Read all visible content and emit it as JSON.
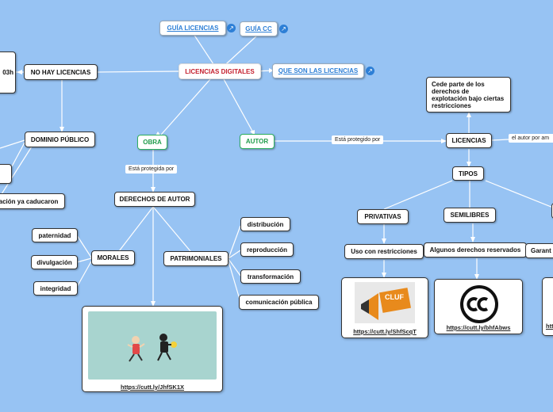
{
  "nodes": {
    "central": "LICENCIAS DIGITALES",
    "guia_licencias": "GUÍA LICENCIAS",
    "guia_cc": "GUÍA CC",
    "que_son": "QUE SON LAS  LICENCIAS",
    "no_hay": "NO HAY LICENCIAS",
    "partial_box": "03h",
    "dominio": "DOMINIO PÚBLICO",
    "caducaron": "ación ya caducaron",
    "obra": "OBRA",
    "autor": "AUTOR",
    "derechos": "DERECHOS DE AUTOR",
    "morales": "MORALES",
    "patrimoniales": "PATRIMONIALES",
    "paternidad": "paternidad",
    "divulgacion": "divulgación",
    "integridad": "integridad",
    "distribucion": "distribución",
    "reproduccion": "reproducción",
    "transformacion": "transformación",
    "comunicacion": "comunicación pública",
    "licencias": "LICENCIAS",
    "cede": "Cede parte de los derechos de explotación bajo ciertas restricciones",
    "tipos": "TIPOS",
    "privativas": "PRIVATIVAS",
    "semilibres": "SEMILIBRES",
    "uso_restricciones": "Uso con restricciones",
    "algunos": "Algunos derechos reservados",
    "garant": "Garant"
  },
  "labels": {
    "obra_protegida": "Está protegida por",
    "autor_protegido": "Está protegido por",
    "autor_por_amb": "el autor por am"
  },
  "cards": {
    "card1_url": "https://cutt.ly/JhfSK1X",
    "card2_url": "https://cutt.ly/ShfScqT",
    "card3_url": "https://cutt.ly/bhfAbws",
    "card4_url": "htt",
    "cluf_text": "CLUF"
  },
  "icons": {
    "external_link": "external-link-icon",
    "cc_logo": "cc-logo-icon",
    "megaphone": "megaphone-icon"
  },
  "colors": {
    "background": "#97c3f3",
    "link": "#2d7fd6",
    "green": "#1f9b4b",
    "red": "#c41e2c"
  }
}
